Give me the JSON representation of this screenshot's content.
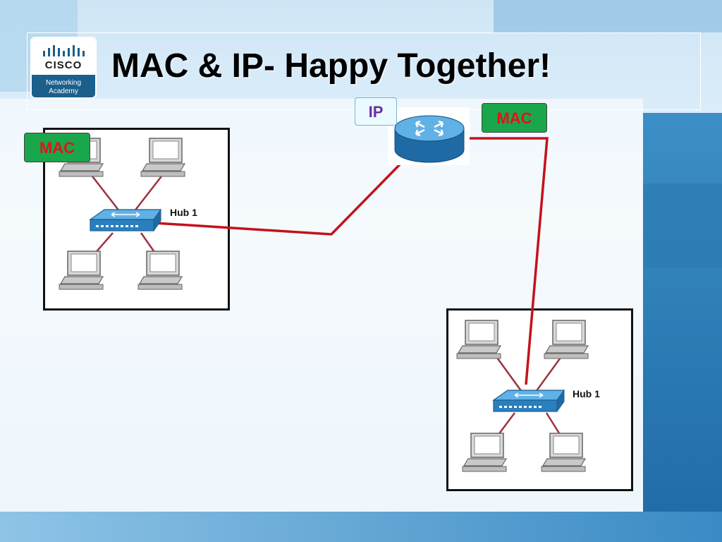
{
  "slide": {
    "title": "MAC & IP- Happy Together!"
  },
  "logo": {
    "wordmark": "CISCO",
    "line1": "Networking",
    "line2": "Academy",
    "accent": "#1b5f8c"
  },
  "labels": {
    "ip": "IP",
    "mac_router": "MAC",
    "mac_left": "MAC",
    "hub_left": "Hub 1",
    "hub_right": "Hub 1"
  },
  "colors": {
    "link": "#c4121b",
    "hub": "#2a7fbf",
    "router": "#2a7fbf",
    "mac_tag_bg": "#1aa64a",
    "mac_tag_text": "#e4121c",
    "ip_tag_text": "#6a2fa3"
  }
}
